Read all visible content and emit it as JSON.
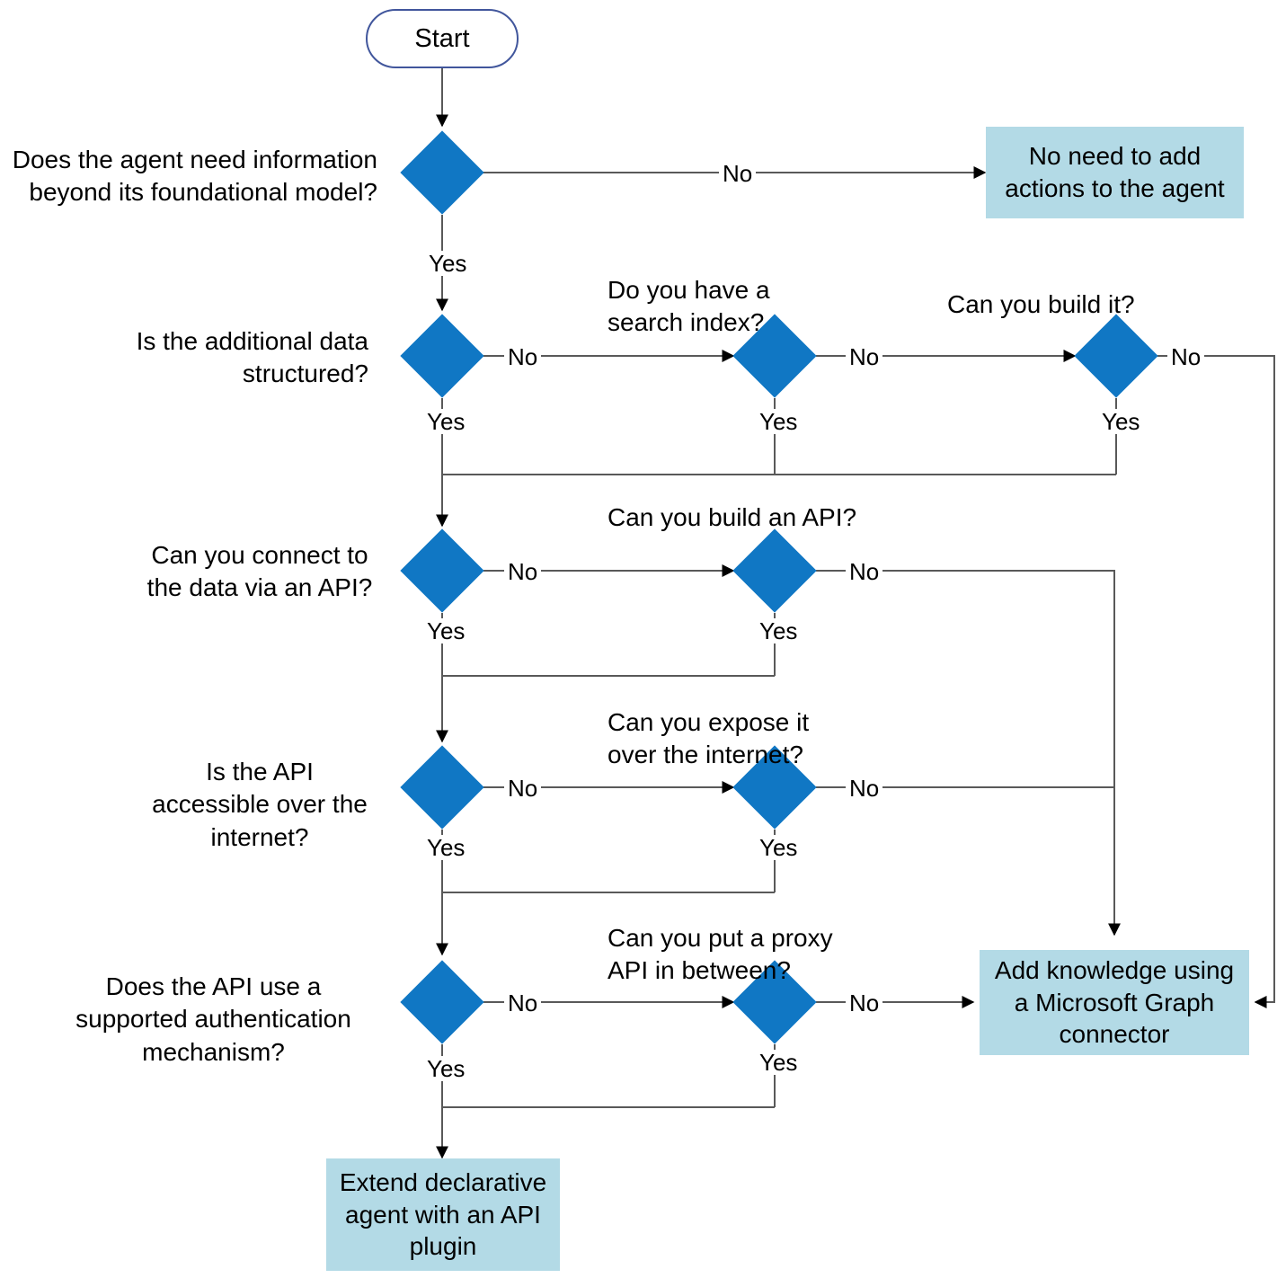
{
  "diagram": {
    "title": "Agent knowledge and actions decision flowchart",
    "colors": {
      "decision_fill": "#1077C4",
      "outcome_fill": "#B3DAE6",
      "terminator_border": "#41569C",
      "edge_stroke": "#595959",
      "text": "#000000",
      "background": "#FFFFFF"
    },
    "nodes": {
      "start": {
        "label": "Start",
        "shape": "terminator"
      },
      "d1": {
        "shape": "decision"
      },
      "d2": {
        "shape": "decision"
      },
      "d3": {
        "shape": "decision"
      },
      "d4": {
        "shape": "decision"
      },
      "d5": {
        "shape": "decision"
      },
      "d6": {
        "shape": "decision"
      },
      "d7": {
        "shape": "decision"
      },
      "d8": {
        "shape": "decision"
      },
      "d9": {
        "shape": "decision"
      },
      "d10": {
        "shape": "decision"
      },
      "out_no_actions": {
        "label": "No need to add actions to the agent",
        "shape": "box"
      },
      "out_graph_connector": {
        "label": "Add knowledge using a Microsoft Graph connector",
        "shape": "box"
      },
      "out_api_plugin": {
        "label": "Extend declarative agent with an API plugin",
        "shape": "box"
      }
    },
    "captions": {
      "q1": "Does the agent need information beyond its foundational model?",
      "q2": "Is the additional data structured?",
      "q3": "Do you have a search index?",
      "q4": "Can you build it?",
      "q5": "Can you connect to the data via an API?",
      "q6": "Can you build an API?",
      "q7": "Is the API accessible over the internet?",
      "q8": "Can you expose it over the internet?",
      "q9": "Does the API use a supported authentication mechanism?",
      "q10": "Can you put a proxy API in between?"
    },
    "edge_labels": {
      "d1_no": "No",
      "d1_yes": "Yes",
      "d2_no": "No",
      "d2_yes": "Yes",
      "d3_no": "No",
      "d3_yes": "Yes",
      "d4_no": "No",
      "d4_yes": "Yes",
      "d5_no": "No",
      "d5_yes": "Yes",
      "d6_no": "No",
      "d6_yes": "Yes",
      "d7_no": "No",
      "d7_yes": "Yes",
      "d8_no": "No",
      "d8_yes": "Yes",
      "d9_no": "No",
      "d9_yes": "Yes",
      "d10_no": "No",
      "d10_yes": "Yes"
    }
  }
}
